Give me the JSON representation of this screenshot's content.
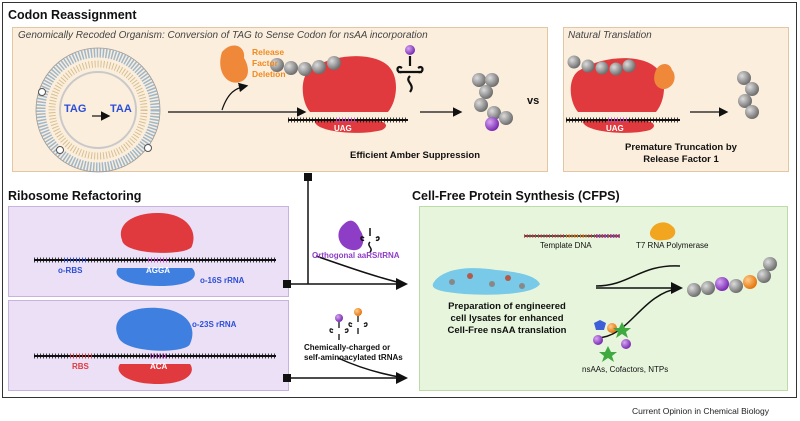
{
  "sections": {
    "codon_reassignment": "Codon Reassignment",
    "ribosome_refactoring": "Ribosome Refactoring",
    "cfps": "Cell-Free Protein Synthesis (CFPS)"
  },
  "genome_panel": {
    "subtitle": "Genomically Recoded Organism: Conversion of TAG to Sense Codon for nsAA incorporation",
    "tag": "TAG",
    "taa": "TAA",
    "release_factor_line1": "Release",
    "release_factor_line2": "Factor",
    "release_factor_line3": "Deletion",
    "uag": "UAG",
    "caption": "Efficient Amber Suppression"
  },
  "vs": "vs",
  "natural_panel": {
    "subtitle": "Natural Translation",
    "uag": "UAG",
    "caption_line1": "Premature Truncation by",
    "caption_line2": "Release Factor 1"
  },
  "ribosome_panel_1": {
    "orbs": "o-RBS",
    "agga": "AGGA",
    "rrna": "o-16S rRNA"
  },
  "ribosome_panel_2": {
    "rrna": "o-23S rRNA",
    "rbs": "RBS",
    "aca": "ACA"
  },
  "middle": {
    "orthogonal": "Orthogonal aaRS/tRNA",
    "charged_line1": "Chemically-charged or",
    "charged_line2": "self-aminoacylated tRNAs"
  },
  "cfps_panel": {
    "template": "Template DNA",
    "polymerase": "T7 RNA Polymerase",
    "prep_line1": "Preparation of engineered",
    "prep_line2": "cell lysates for enhanced",
    "prep_line3": "Cell-Free nsAA translation",
    "components": "nsAAs, Cofactors, NTPs"
  },
  "footer": "Current Opinion in Chemical Biology",
  "colors": {
    "ribosome_red": "#e03a3e",
    "ribosome_blue": "#3f7fe0",
    "release_factor": "#f0883a",
    "nsaa_purple": "#8e3dc7",
    "amino_gray": "#8a8a8a",
    "orange_aa": "#f08a1f"
  }
}
